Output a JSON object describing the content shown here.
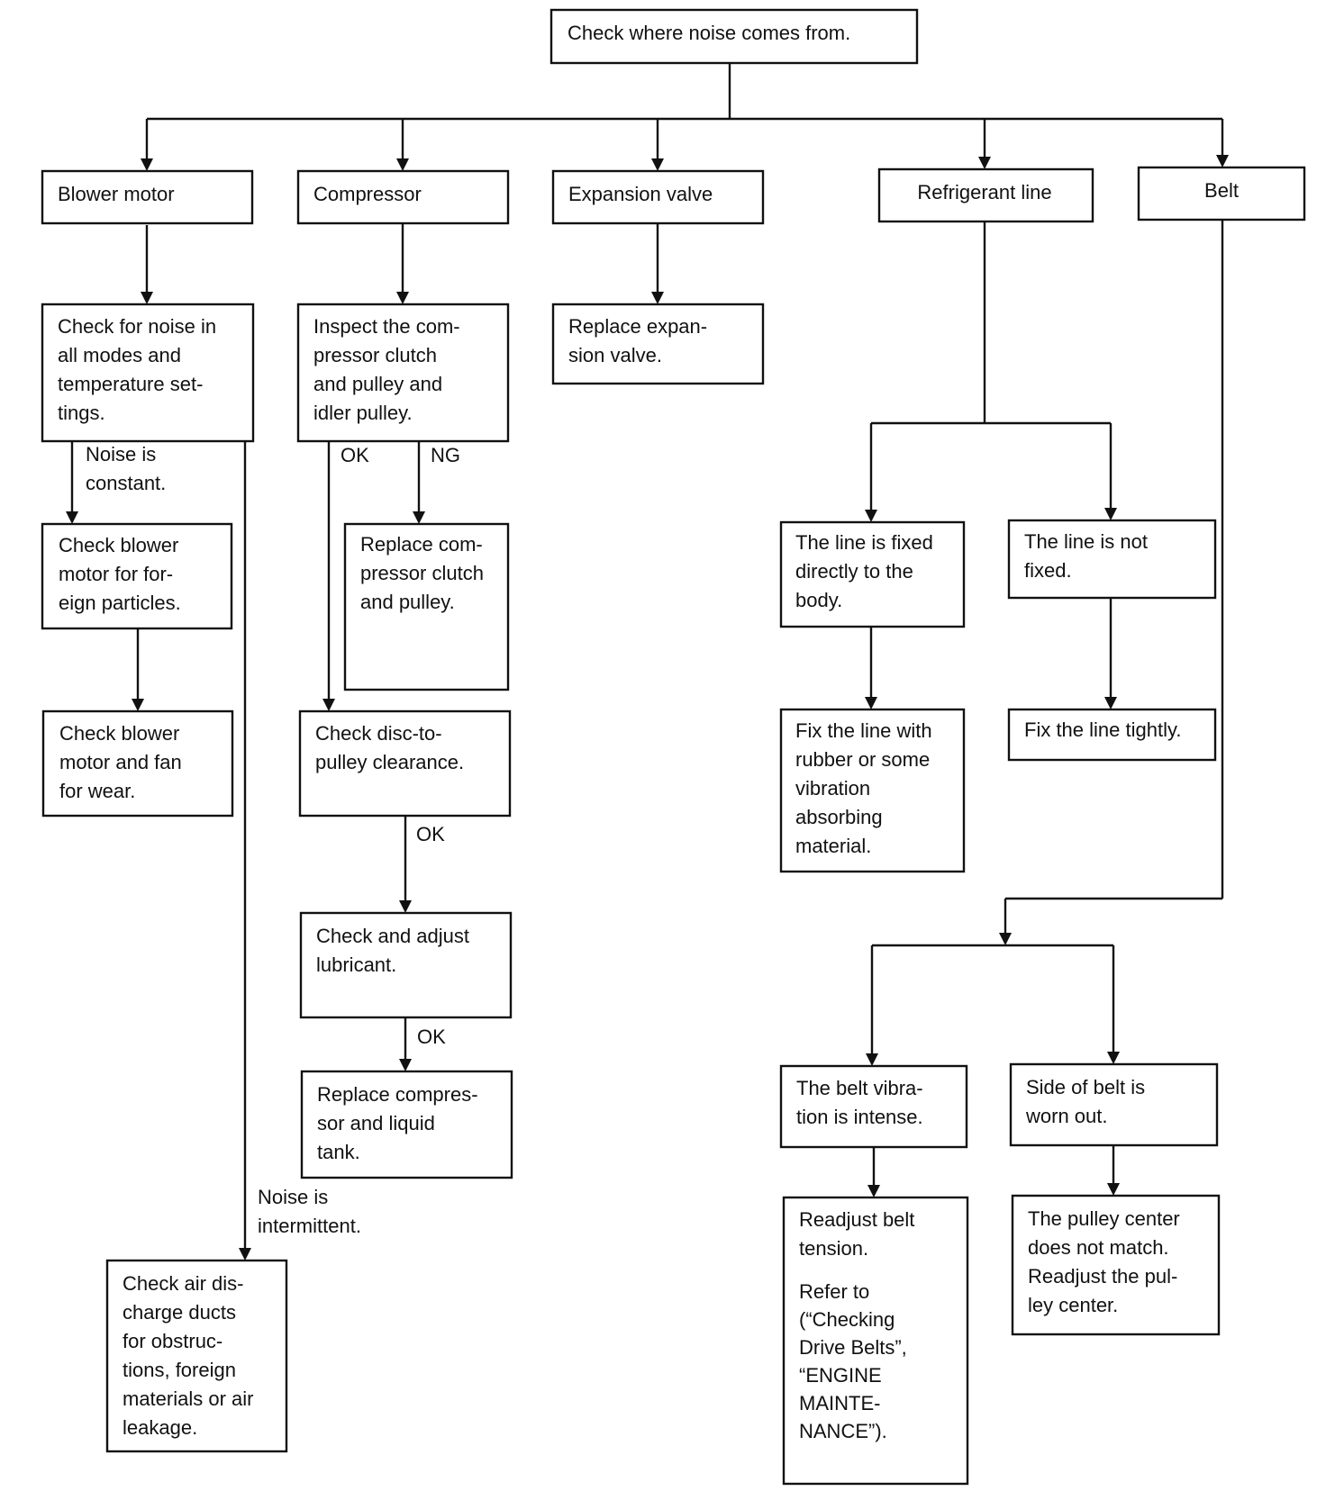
{
  "flowchart": {
    "start": "Check where noise comes from.",
    "blower": {
      "title": "Blower motor",
      "check_noise": [
        "Check for noise in",
        "all modes and",
        "temperature set-",
        "tings."
      ],
      "label_constant": [
        "Noise is",
        "constant."
      ],
      "check_particles": [
        "Check blower",
        "motor for for-",
        "eign particles."
      ],
      "check_wear": [
        "Check blower",
        "motor and fan",
        "for wear."
      ],
      "label_intermittent": [
        "Noise is",
        "intermittent."
      ],
      "check_ducts": [
        "Check air dis-",
        "charge ducts",
        "for obstruc-",
        "tions, foreign",
        "materials or air",
        "leakage."
      ]
    },
    "compressor": {
      "title": "Compressor",
      "inspect": [
        "Inspect the com-",
        "pressor clutch",
        "and pulley and",
        "idler pulley."
      ],
      "label_ok_1": "OK",
      "label_ng": "NG",
      "replace_clutch": [
        "Replace com-",
        "pressor clutch",
        "and pulley."
      ],
      "check_disc": [
        "Check disc-to-",
        "pulley clearance."
      ],
      "label_ok_2": "OK",
      "check_lubricant": [
        "Check and adjust",
        "lubricant."
      ],
      "label_ok_3": "OK",
      "replace_compressor": [
        "Replace compres-",
        "sor and liquid",
        "tank."
      ]
    },
    "expansion": {
      "title": "Expansion valve",
      "replace": [
        "Replace expan-",
        "sion valve."
      ]
    },
    "refrigerant": {
      "title": "Refrigerant line",
      "fixed": [
        "The line is fixed",
        "directly to the",
        "body."
      ],
      "not_fixed": [
        "The line is not",
        "fixed."
      ],
      "fix_rubber": [
        "Fix the line with",
        "rubber or some",
        "vibration",
        "absorbing",
        "material."
      ],
      "fix_tightly": [
        "Fix the line tightly."
      ]
    },
    "belt": {
      "title": "Belt",
      "vibration": [
        "The belt vibra-",
        "tion is intense."
      ],
      "worn": [
        "Side of belt is",
        "worn out."
      ],
      "readjust": [
        "Readjust belt",
        "tension."
      ],
      "refer": [
        "Refer to",
        "(“Checking",
        "Drive Belts”,",
        "“ENGINE",
        "MAINTE-",
        "NANCE”)."
      ],
      "pulley_center": [
        "The pulley center",
        "does not match.",
        "Readjust the pul-",
        "ley center."
      ]
    }
  }
}
